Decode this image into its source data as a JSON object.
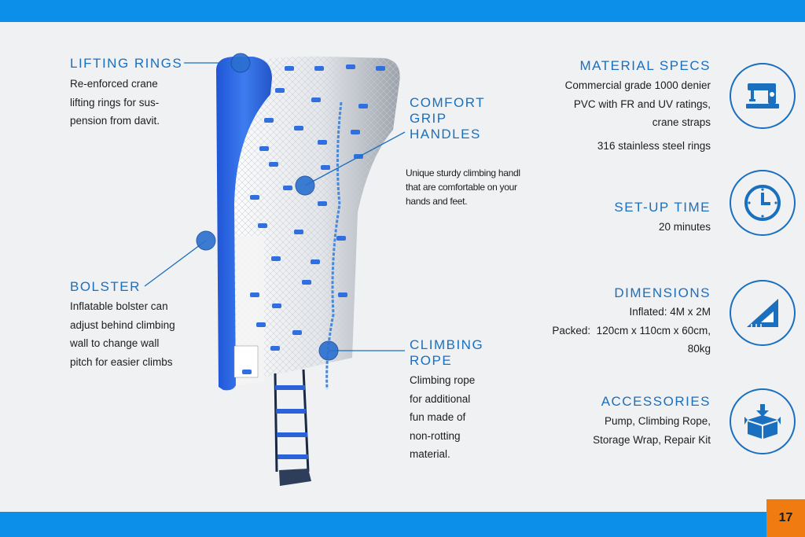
{
  "lifting_rings": {
    "title": "LIFTING RINGS",
    "lines": [
      "Re-enforced crane",
      "lifting rings for sus-",
      "pension from davit."
    ]
  },
  "bolster": {
    "title": "BOLSTER",
    "lines": [
      "Inflatable bolster can",
      "adjust behind climbing",
      "wall to change wall",
      "pitch for easier climbs"
    ]
  },
  "comfort_grip": {
    "title_lines": [
      "COMFORT",
      "GRIP",
      "HANDLES"
    ],
    "lines": [
      "Unique sturdy climbing handl",
      "that are comfortable on your",
      "hands and feet."
    ]
  },
  "climbing_rope": {
    "title_lines": [
      "CLIMBING",
      "ROPE"
    ],
    "lines": [
      "Climbing rope",
      "for additional",
      "fun made of",
      "non-rotting",
      "material."
    ]
  },
  "material_specs": {
    "title": "MATERIAL SPECS",
    "lines": [
      "Commercial grade 1000 denier",
      "PVC with FR and UV ratings,",
      "crane straps"
    ],
    "extra": "316 stainless steel rings",
    "icon": "sewing-machine-icon"
  },
  "setup_time": {
    "title": "SET-UP TIME",
    "value": "20 minutes",
    "icon": "clock-icon"
  },
  "dimensions": {
    "title": "DIMENSIONS",
    "lines": [
      "Inflated: 4M x 2M",
      "Packed:  120cm x 110cm x 60cm,",
      "80kg"
    ],
    "icon": "set-square-icon"
  },
  "accessories": {
    "title": "ACCESSORIES",
    "lines": [
      "Pump, Climbing Rope,",
      "Storage Wrap, Repair Kit"
    ],
    "icon": "box-icon"
  },
  "page_number": "17",
  "colors": {
    "accent": "#1a6fbf",
    "bar": "#0b8fe8",
    "page_badge": "#f07b10"
  }
}
